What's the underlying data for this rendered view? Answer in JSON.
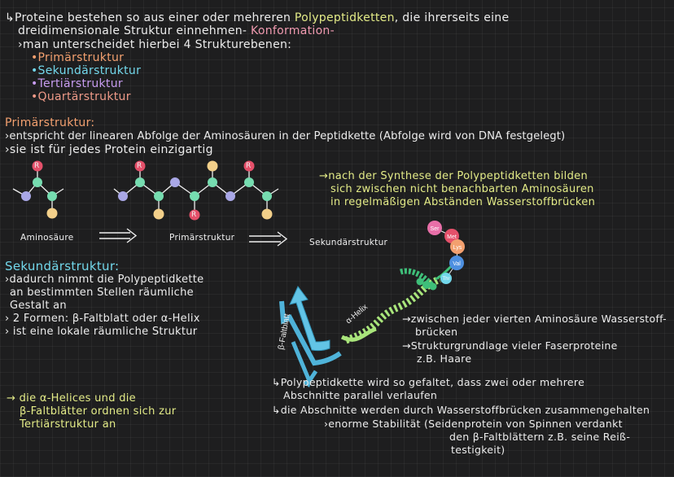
{
  "intro": {
    "line1_pre": "↳Proteine bestehen so aus einer oder mehreren ",
    "line1_hl": "Polypeptidketten",
    "line1_post": ", die ihrerseits eine",
    "line2_pre": "dreidimensionale Struktur einnehmen- ",
    "line2_hl": "Konformation-",
    "line3": "›man unterscheidet hierbei 4 Strukturebenen:",
    "levels": [
      "•Primärstruktur",
      "•Sekundärstruktur",
      "•Tertiärstruktur",
      "•Quartärstruktur"
    ]
  },
  "primary": {
    "heading": "Primärstruktur:",
    "line1": "›entspricht der linearen Abfolge der Aminosäuren in der Peptidkette (Abfolge wird von DNA festgelegt)",
    "line2": "›sie ist für jedes Protein einzigartig"
  },
  "diagram": {
    "label_amino": "Aminosäure",
    "label_primary": "Primärstruktur",
    "label_secondary": "Sekundärstruktur",
    "atom_r": "R",
    "note1": "→nach der Synthese der Polypeptidketten bilden",
    "note2": "sich zwischen nicht benachbarten Aminosäuren",
    "note3": "in regelmäßigen Abständen Wasserstoffbrücken",
    "beads": [
      "Ser",
      "Met",
      "Lys",
      "Val",
      "Thr"
    ],
    "helix_label": "α-Helix",
    "sheet_label": "β-Faltblatt"
  },
  "secondary": {
    "heading": "Sekundärstruktur:",
    "lines": [
      "›dadurch nimmt die Polypeptidkette",
      "an bestimmten Stellen räumliche",
      "Gestalt an",
      "› 2 Formen: β-Faltblatt oder α-Helix",
      "› ist eine lokale räumliche Struktur"
    ],
    "helix_note1": "→zwischen jeder vierten Aminosäure Wasserstoff-",
    "helix_note2": "brücken",
    "helix_note3": "→Strukturgrundlage vieler Faserproteine",
    "helix_note4": "z.B. Haare"
  },
  "folding": {
    "line1": "↳Polypeptidkette wird so gefaltet, dass zwei oder mehrere",
    "line2": "Abschnitte parallel verlaufen",
    "line3": "↳die Abschnitte werden durch Wasserstoffbrücken zusammengehalten",
    "line4": "›enorme Stabilität (Seidenprotein von Spinnen verdankt",
    "line5": "den β-Faltblättern z.B. seine Reiß-",
    "line6": "testigkeit)"
  },
  "tertiary_note": {
    "line1": "→ die α-Helices und die",
    "line2": "β-Faltblätter ordnen sich zur",
    "line3": "Tertiärstruktur an"
  },
  "colors": {
    "amino_n": "#a9a7e6",
    "amino_c": "#76dcb0",
    "amino_r": "#e4506a",
    "amino_side": "#f3d08a",
    "highlight_yellow": "#e3eb87",
    "highlight_pink": "#f09ab0",
    "heading_cyan": "#72d7ea"
  }
}
